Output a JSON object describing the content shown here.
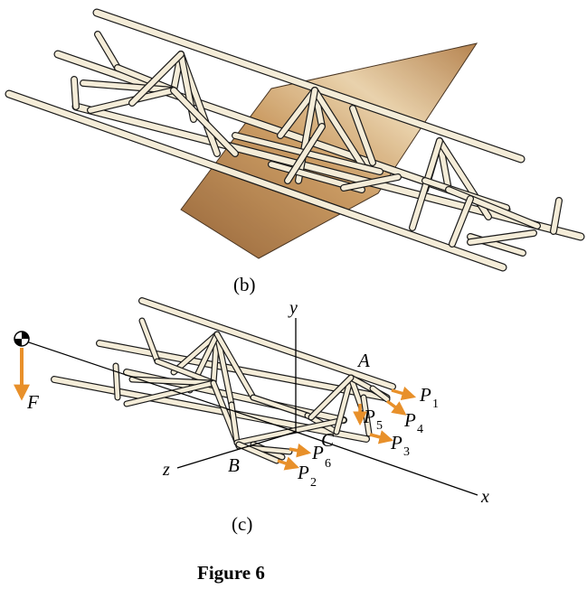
{
  "figure": {
    "caption": "Figure 6",
    "panel_top_label": "(b)",
    "panel_bottom_label": "(c)"
  },
  "labels": {
    "A": "A",
    "B": "B",
    "C": "C",
    "F": "F",
    "x": "x",
    "y": "y",
    "z": "z",
    "P": "P",
    "P1_sub": "1",
    "P2_sub": "2",
    "P3_sub": "3",
    "P4_sub": "4",
    "P5_sub": "5",
    "P6_sub": "6"
  },
  "colors": {
    "tube_outline": "#1a1a1a",
    "tube_fill": "#f4ecd8",
    "plane_fill": "#b07a42",
    "force_arrow": "#e8902a"
  }
}
